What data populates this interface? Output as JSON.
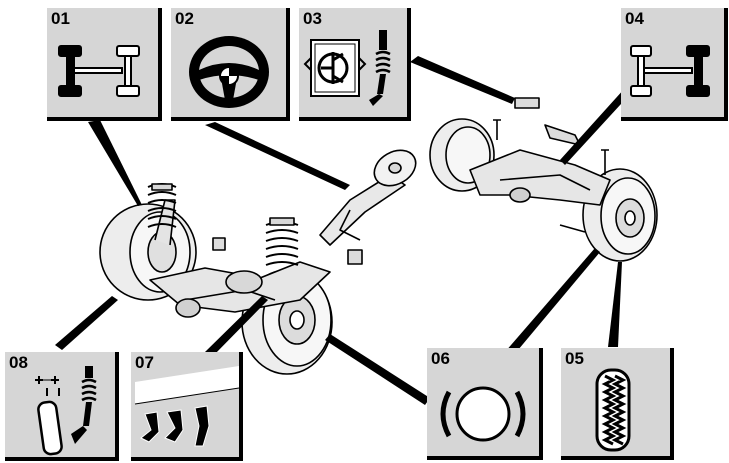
{
  "panels": [
    {
      "id": "01",
      "label": "01",
      "icon": "front-axle-highlight-icon"
    },
    {
      "id": "02",
      "label": "02",
      "icon": "steering-wheel-icon"
    },
    {
      "id": "03",
      "label": "03",
      "icon": "caster-camber-gauge-icon"
    },
    {
      "id": "04",
      "label": "04",
      "icon": "rear-axle-highlight-icon"
    },
    {
      "id": "05",
      "label": "05",
      "icon": "tire-tread-icon"
    },
    {
      "id": "06",
      "label": "06",
      "icon": "wheel-bearing-icon"
    },
    {
      "id": "07",
      "label": "07",
      "icon": "pedals-icon"
    },
    {
      "id": "08",
      "label": "08",
      "icon": "suspension-travel-icon"
    }
  ],
  "colors": {
    "panel_bg": "#d6d6d6",
    "line": "#000000",
    "shade": "#c8c8c8"
  }
}
